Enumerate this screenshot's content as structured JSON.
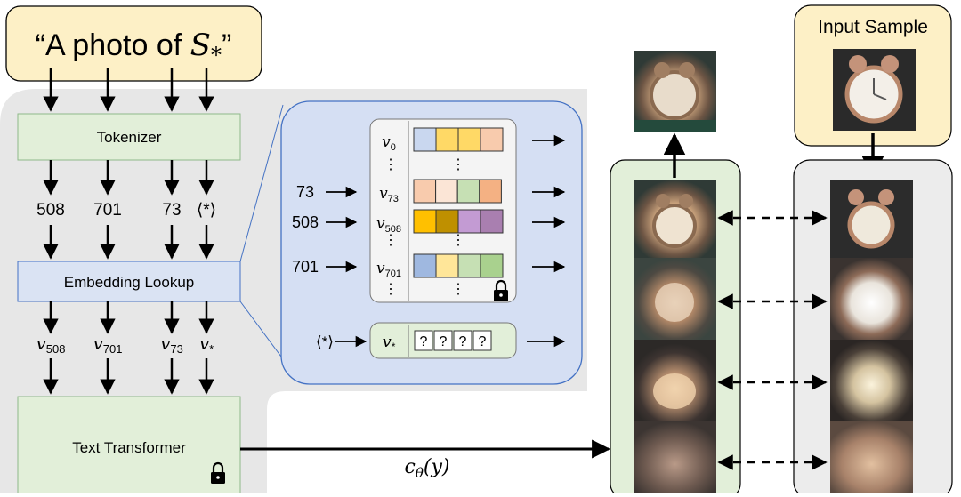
{
  "prompt": {
    "prefix": "“A photo of ",
    "symbol": "S",
    "subscript": "*",
    "suffix": "”"
  },
  "input_sample_label": "Input Sample",
  "tokenizer_label": "Tokenizer",
  "embedding_lookup_label": "Embedding Lookup",
  "text_transformer_label": "Text Transformer",
  "token_ids": [
    "508",
    "701",
    "73",
    "⟨*⟩"
  ],
  "embedding_vectors": [
    {
      "base": "v",
      "sub": "508"
    },
    {
      "base": "v",
      "sub": "701"
    },
    {
      "base": "v",
      "sub": "73"
    },
    {
      "base": "v",
      "sub": "*"
    }
  ],
  "lookup_table": {
    "rows": [
      {
        "input": "",
        "base": "v",
        "sub": "0",
        "colors": [
          "#c9d7ef",
          "#ffd966",
          "#ffd966",
          "#f8cbad"
        ]
      },
      {
        "input": "73",
        "base": "v",
        "sub": "73",
        "colors": [
          "#f8cbad",
          "#fbe5d6",
          "#c6e0b4",
          "#f4b183",
          "#dae3f3"
        ]
      },
      {
        "input": "508",
        "base": "v",
        "sub": "508",
        "colors": [
          "#ffc000",
          "#bf9000",
          "#c39bd3",
          "#a97fb0"
        ]
      },
      {
        "input": "701",
        "base": "v",
        "sub": "701",
        "colors": [
          "#9fb8e0",
          "#ffe699",
          "#c6e0b4",
          "#a9d18e"
        ]
      }
    ],
    "dots": "⋮"
  },
  "new_token": {
    "input": "⟨*⟩",
    "base": "v",
    "sub": "*",
    "cells": [
      "?",
      "?",
      "?",
      "?"
    ]
  },
  "conditioning_label": {
    "base": "c",
    "sub": "θ",
    "arg": "(y)"
  },
  "icons": [
    "lock-icon",
    "clock-photo-icon",
    "arrow-icon"
  ],
  "colors": {
    "prompt_fill": "#fdf0c6",
    "green_fill": "#e2efd9",
    "blue_fill": "#dae3f3",
    "panel_gray": "#e7e7e7",
    "zoom_fill": "#d5dff3",
    "zoom_border": "#4472c4"
  }
}
